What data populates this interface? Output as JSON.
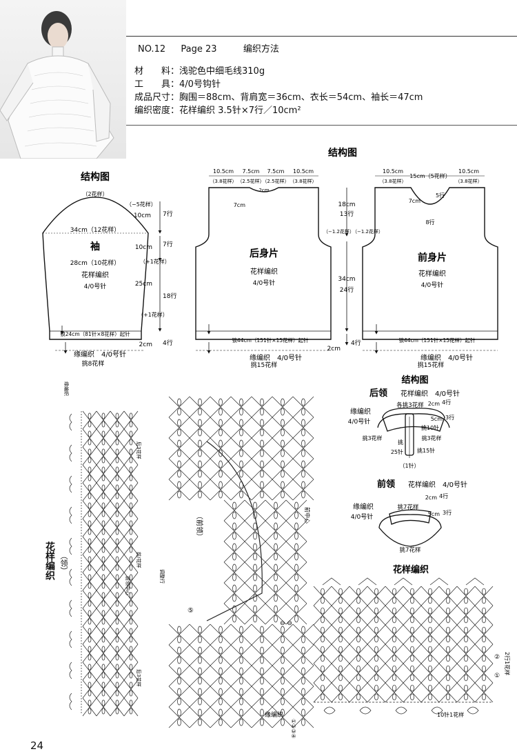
{
  "header": {
    "no": "NO.12",
    "page": "Page 23",
    "method": "编织方法",
    "material_label": "材　　料：",
    "material_value": "浅驼色中细毛线310g",
    "tool_label": "工　　具：",
    "tool_value": "4/0号钩针",
    "size_label": "成品尺寸：",
    "size_value": "胸围＝88cm、背肩宽＝36cm、衣长＝54cm、袖长＝47cm",
    "gauge_label": "编织密度：",
    "gauge_value": "花样编织 3.5针×7行／10cm²"
  },
  "structure_title": "结构图",
  "sleeve": {
    "title": "结构图",
    "top": "（2花样）",
    "dec": "（−5花样）",
    "cap_h": "10cm",
    "cap_r": "7行",
    "w1": "34cm（12花样）",
    "name": "袖",
    "mid_h": "10cm",
    "mid_r": "7行",
    "inc1": "（+1花样）",
    "w2": "28cm（10花样）",
    "pattern": "花样编织",
    "needle": "4/0号针",
    "len_h": "25cm",
    "len_r": "18行",
    "inc2": "（+1花样）",
    "start": "锁24cm（81针×8花样）起针",
    "rib_h": "2cm",
    "rib_r": "4行",
    "edge": "缘编织　4/0号针",
    "pick": "挑8花样"
  },
  "back": {
    "m1": "10.5cm",
    "m2": "7.5cm",
    "m3": "7.5cm",
    "m4": "10.5cm",
    "p1": "（3.8花样）",
    "p2": "（2.5花样）",
    "p3": "（2.5花样）",
    "p4": "（3.8花样）",
    "neck_h": "2cm",
    "neck_d": "7cm",
    "name": "后身片",
    "pattern": "花样编织",
    "needle": "4/0号针",
    "start": "锁44cm（151针×15花样）起针",
    "edge": "缘编织　4/0号针",
    "pick": "挑15花样"
  },
  "center": {
    "arm_h": "18cm",
    "arm_r": "13行",
    "dec_l": "（−1.2花样）",
    "dec_r": "（−1.2花样）",
    "body_h": "34cm",
    "body_r": "24行",
    "rib_h": "2cm",
    "rib_r": "4行"
  },
  "front": {
    "m1": "10.5cm",
    "m2": "15cm（5花样）",
    "m3": "10.5cm",
    "p1": "（3.8花样）",
    "p3": "（3.8花样）",
    "neck_r1": "5行",
    "neck_d": "7cm",
    "neck_r2": "8行",
    "name": "前身片",
    "pattern": "花样编织",
    "needle": "4/0号针",
    "start": "锁44cm（151针×15花样）起针",
    "edge": "缘编织　4/0号针",
    "pick": "挑15花样"
  },
  "collar": {
    "title": "结构图",
    "back_title": "后领",
    "back_sub": "花样编织　4/0号针",
    "each": "各挑3花样",
    "edge": "缘编织",
    "needle": "4/0号针",
    "h1": "2cm",
    "r1": "4行",
    "h2": "5cm",
    "r2": "3行",
    "pick3l": "挑3花样",
    "pick3r": "挑3花样",
    "pick10": "挑10针",
    "pick25": "25针",
    "pick15": "挑15针",
    "pick_c": "挑",
    "one": "（1针）",
    "front_title": "前领",
    "front_sub": "花样编织　4/0号针",
    "fedge": "缘编织",
    "fneedle": "4/0号针",
    "pick7": "挑7花样",
    "fpick7": "挑7花样",
    "fh1": "2cm",
    "fr1": "4行",
    "fh2": "5cm",
    "fr2": "3行"
  },
  "chart_left": {
    "title": "花样编织",
    "sub": "（领）",
    "top_labels": "缘编织",
    "r1": "后3花样",
    "r2": "前/花样",
    "r3": "前领中心",
    "r4": "后3花样"
  },
  "chart_mid": {
    "front_neck": "（前领）",
    "center": "前中心",
    "adjust": "调整行",
    "circled5": "⑤",
    "arrows": "⊖ ⊖"
  },
  "chart_right": {
    "title": "花样编织",
    "repeat": "2行1花样",
    "row2": "②",
    "row1": "①",
    "edge": "缘编织",
    "nums": "①②③④",
    "count": "10针1花样"
  },
  "page_number": "24"
}
